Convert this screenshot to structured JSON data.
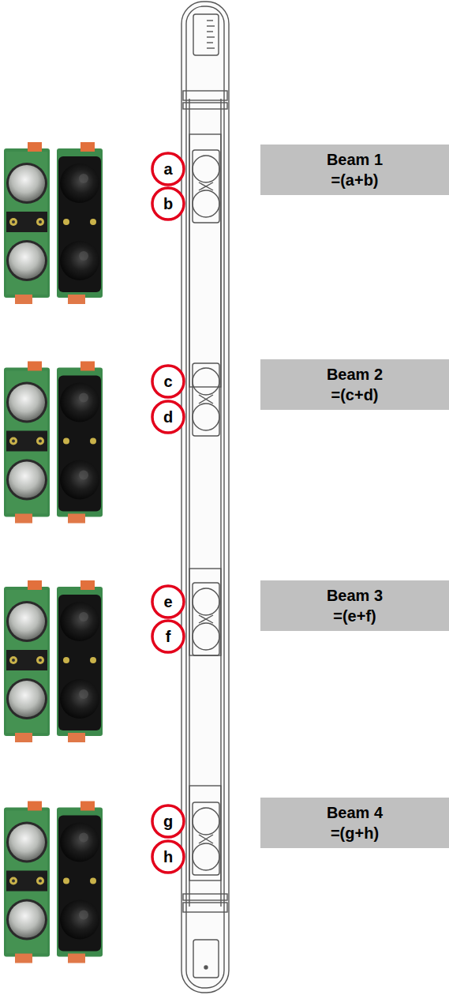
{
  "diagram": {
    "nodes": [
      {
        "text": [
          "a"
        ]
      },
      {
        "text": [
          "b"
        ]
      },
      {
        "text": [
          "Beam 1",
          "=(a+b)"
        ]
      },
      {
        "text": [
          "c"
        ]
      },
      {
        "text": [
          "d"
        ]
      },
      {
        "text": [
          "Beam 2",
          "=(c+d)"
        ]
      },
      {
        "text": [
          "e"
        ]
      },
      {
        "text": [
          "f"
        ]
      },
      {
        "text": [
          "Beam 3",
          "=(e+f)"
        ]
      },
      {
        "text": [
          "g"
        ]
      },
      {
        "text": [
          "h"
        ]
      },
      {
        "text": [
          "Beam 4",
          "=(g+h)"
        ]
      }
    ]
  }
}
